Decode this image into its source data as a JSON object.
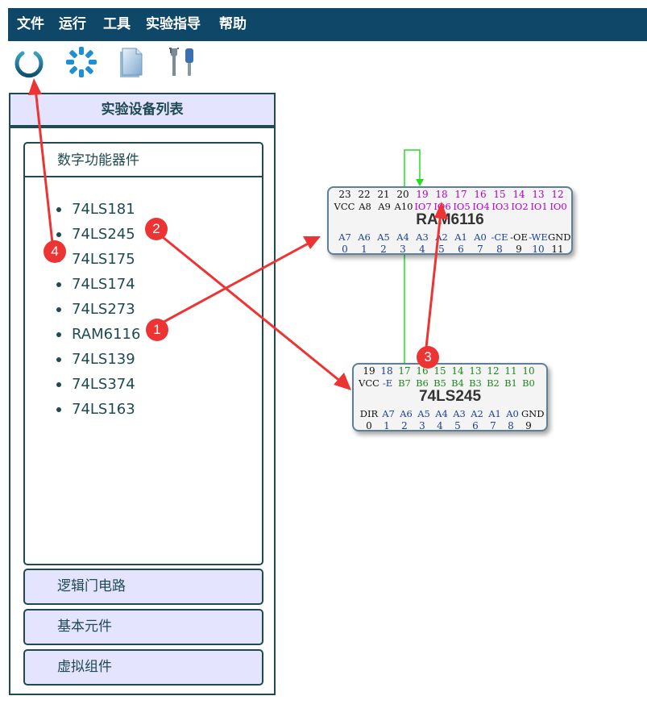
{
  "menu": [
    "文件",
    "运行",
    "工具",
    "实验指导",
    "帮助"
  ],
  "toolbar": {
    "icons": [
      "power-icon",
      "settings-gear-icon",
      "document-icon",
      "tools-wrench-icon"
    ]
  },
  "sidebar": {
    "title": "实验设备列表",
    "panel_title": "数字功能器件",
    "chips": [
      "74LS181",
      "74LS245",
      "74LS175",
      "74LS174",
      "74LS273",
      "RAM6116",
      "74LS139",
      "74LS374",
      "74LS163"
    ],
    "categories": [
      "逻辑门电路",
      "基本元件",
      "虚拟组件"
    ]
  },
  "ram6116": {
    "name": "RAM6116",
    "top_numbers": [
      "23",
      "22",
      "21",
      "20",
      "19",
      "18",
      "17",
      "16",
      "15",
      "14",
      "13",
      "12"
    ],
    "top_labels": [
      "VCC",
      "A8",
      "A9",
      "A10",
      "IO7",
      "IO6",
      "IO5",
      "IO4",
      "IO3",
      "IO2",
      "IO1",
      "IO0"
    ],
    "bottom_labels": [
      "A7",
      "A6",
      "A5",
      "A4",
      "A3",
      "A2",
      "A1",
      "A0",
      "-CE",
      "-OE",
      "-WE",
      "GND"
    ],
    "bottom_numbers": [
      "0",
      "1",
      "2",
      "3",
      "4",
      "5",
      "6",
      "7",
      "8",
      "9",
      "10",
      "11"
    ]
  },
  "ls245": {
    "name": "74LS245",
    "top_numbers": [
      "19",
      "18",
      "17",
      "16",
      "15",
      "14",
      "13",
      "12",
      "11",
      "10"
    ],
    "top_labels": [
      "VCC",
      "-E",
      "B7",
      "B6",
      "B5",
      "B4",
      "B3",
      "B2",
      "B1",
      "B0"
    ],
    "bottom_labels": [
      "DIR",
      "A7",
      "A6",
      "A5",
      "A4",
      "A3",
      "A2",
      "A1",
      "A0",
      "GND"
    ],
    "bottom_numbers": [
      "0",
      "1",
      "2",
      "3",
      "4",
      "5",
      "6",
      "7",
      "8",
      "9"
    ]
  },
  "annotations": [
    "1",
    "2",
    "3",
    "4"
  ],
  "colors": {
    "menubar": "#0f4768",
    "accent": "#1e4a52",
    "wire": "#22dd22",
    "arrow": "#ec3434",
    "io_magenta": "#b000d0",
    "pin_blue": "#1a3f9a",
    "pin_green": "#1a8a1a"
  }
}
